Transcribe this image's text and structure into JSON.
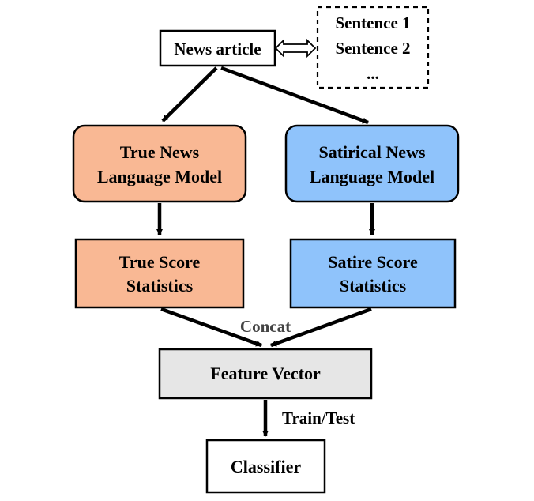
{
  "nodes": {
    "news_article": {
      "label": "News article"
    },
    "sentences": {
      "line1": "Sentence 1",
      "line2": "Sentence 2",
      "line3": "..."
    },
    "true_lm": {
      "line1": "True News",
      "line2": "Language Model"
    },
    "satire_lm": {
      "line1": "Satirical News",
      "line2": "Language Model"
    },
    "true_stats": {
      "line1": "True Score",
      "line2": "Statistics"
    },
    "satire_stats": {
      "line1": "Satire Score",
      "line2": "Statistics"
    },
    "feature_vector": {
      "label": "Feature Vector"
    },
    "classifier": {
      "label": "Classifier"
    }
  },
  "edge_labels": {
    "concat": "Concat",
    "train_test": "Train/Test"
  },
  "colors": {
    "true_fill": "#f9b894",
    "satire_fill": "#8fc3fb",
    "feature_fill": "#e6e6e6",
    "stroke": "#000000",
    "concat_text": "#444444"
  }
}
